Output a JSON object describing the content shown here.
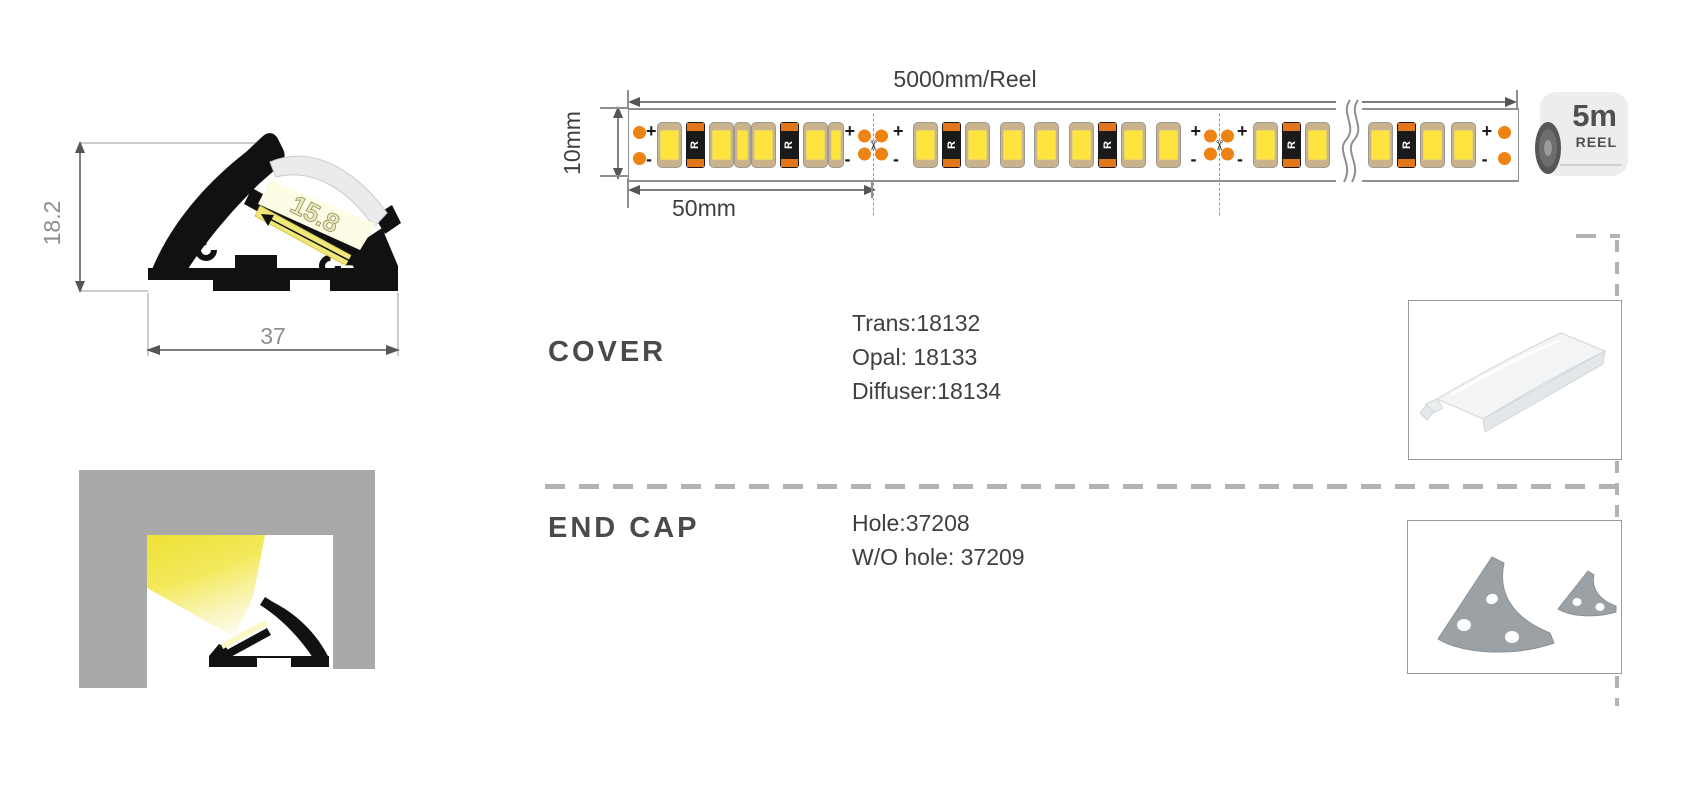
{
  "cross_section": {
    "height_mm": "18.2",
    "width_mm": "37",
    "strip_width_mm": "15.8"
  },
  "strip_diagram": {
    "reel_length_label": "5000mm/Reel",
    "strip_width_label": "10mm",
    "cut_increment_label": "50mm",
    "polarity_plus": "+",
    "polarity_minus": "-",
    "resistor_marking": "R",
    "scissors_icon": "✂"
  },
  "reel_badge": {
    "length": "5m",
    "reel_label": "REEL"
  },
  "cover_section": {
    "title": "COVER",
    "codes": [
      "Trans:18132",
      "Opal: 18133",
      "Diffuser:18134"
    ]
  },
  "endcap_section": {
    "title": "END CAP",
    "codes": [
      "Hole:37208",
      "W/O hole: 37209"
    ]
  },
  "colors": {
    "pad_orange": "#ee8214",
    "led_yellow": "#ffe33e",
    "led_cap_tan": "#c9b28c",
    "resistor_body": "#1a1a1a",
    "resistor_cap": "#e2761b",
    "beam_yellow": "#efe23a",
    "profile_black": "#111111",
    "dim_line": "#555555",
    "dim_text": "#3f3f3f",
    "title_text": "#4a4a4a",
    "code_text": "#3f3f3f",
    "divider_gray": "#b3b3b3",
    "box_border": "#9a9a9a",
    "endcap_gray": "#9ba1a5",
    "wall_gray": "#a9a9a9",
    "strip_border": "#8f8f8f",
    "badge_bg": "#ededed",
    "badge_text": "#4f4f4f"
  }
}
